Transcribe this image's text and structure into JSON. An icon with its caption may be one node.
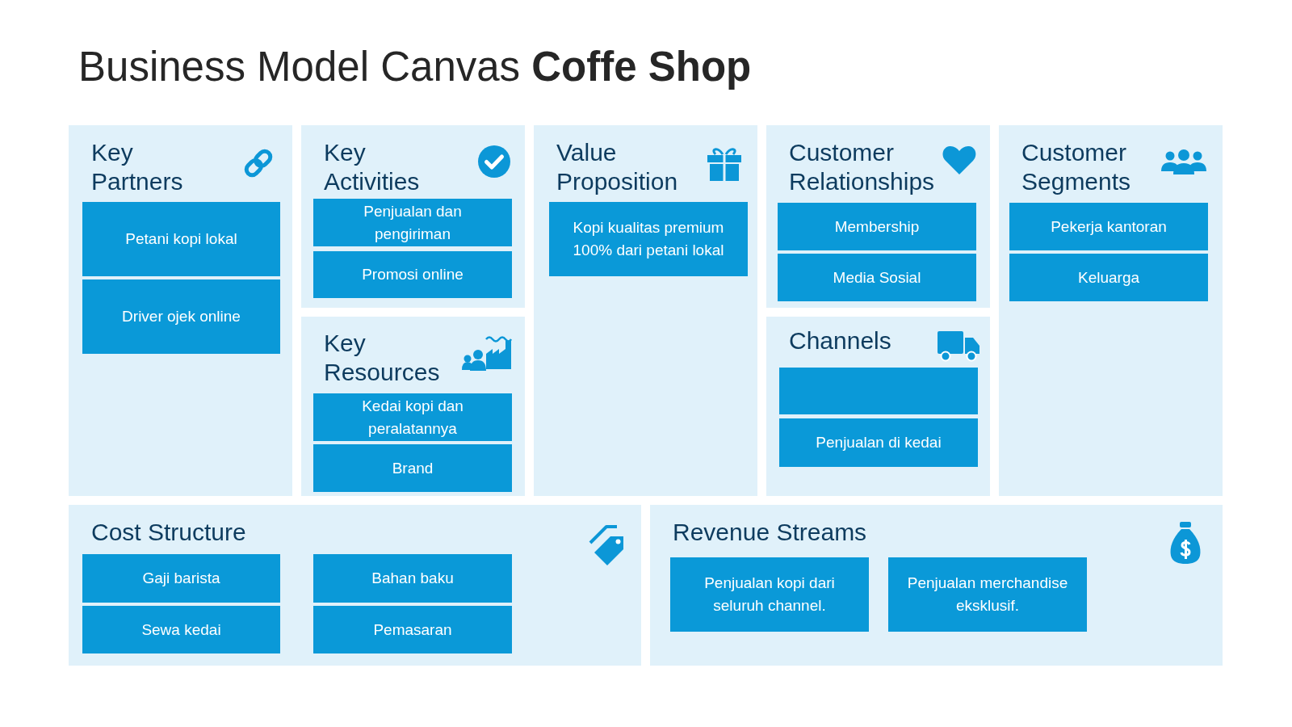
{
  "diagram": {
    "title": "Business Model Canvas **Coffe Shop**",
    "nodes": [
      {
        "text": [
          "Key Partners"
        ]
      },
      {
        "text": [
          "Petani kopi lokal"
        ],
        "in": 0
      },
      {
        "text": [
          "Driver ojek online"
        ],
        "in": 0
      },
      {
        "text": [
          "Key Activities"
        ]
      },
      {
        "text": [
          "Penjualan dan pengiriman"
        ],
        "in": 3
      },
      {
        "text": [
          "Promosi online"
        ],
        "in": 3
      },
      {
        "text": [
          "Key Resources"
        ]
      },
      {
        "text": [
          "Kedai kopi dan peralatannya"
        ],
        "in": 6
      },
      {
        "text": [
          "Brand"
        ],
        "in": 6
      },
      {
        "text": [
          "Value Proposition"
        ]
      },
      {
        "text": [
          "Kopi kualitas premium 100% dari petani lokal"
        ],
        "in": 9
      },
      {
        "text": [
          "Customer Relationships"
        ]
      },
      {
        "text": [
          "Membership"
        ],
        "in": 11
      },
      {
        "text": [
          "Media Sosial"
        ],
        "in": 11
      },
      {
        "text": [
          "Channels"
        ]
      },
      {
        "text": [],
        "shape": "box",
        "in": 14
      },
      {
        "text": [
          "Penjualan di kedai"
        ],
        "in": 14
      },
      {
        "text": [
          "Customer Segments"
        ]
      },
      {
        "text": [
          "Pekerja kantoran"
        ],
        "in": 17
      },
      {
        "text": [
          "Keluarga"
        ],
        "in": 17
      },
      {
        "text": [
          "Cost Structure"
        ]
      },
      {
        "text": [
          "Gaji barista"
        ],
        "in": 20
      },
      {
        "text": [
          "Bahan baku"
        ],
        "in": 20
      },
      {
        "text": [
          "Sewa kedai"
        ],
        "in": 20
      },
      {
        "text": [
          "Pemasaran"
        ],
        "in": 20
      },
      {
        "text": [
          "Revenue Streams"
        ]
      },
      {
        "text": [
          "Penjualan kopi dari seluruh channel."
        ],
        "in": 25
      },
      {
        "text": [
          "Penjualan merchandise eksklusif."
        ],
        "in": 25
      }
    ]
  }
}
